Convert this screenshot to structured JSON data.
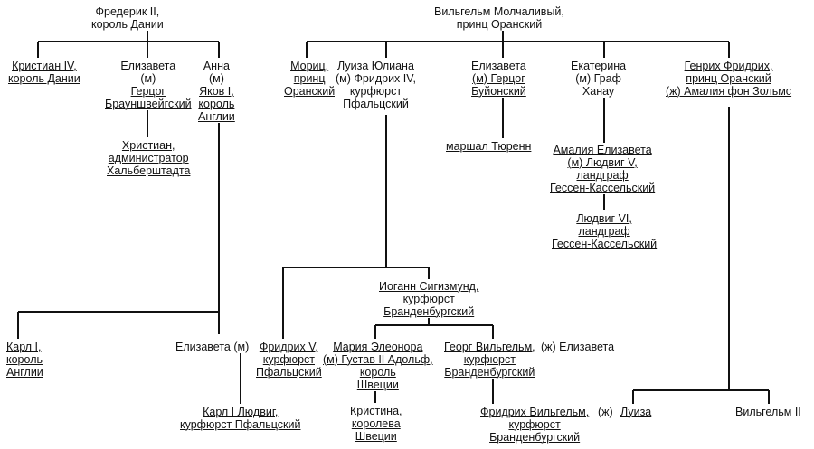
{
  "nodes": {
    "frederik": [
      "Фредерик II,",
      "король Дании"
    ],
    "wilhelm": [
      "Вильгельм Молчаливый,",
      "принц Оранский"
    ],
    "christian4": [
      "Кристиан IV,",
      "король Дании"
    ],
    "elizaveta_b": [
      "Елизавета",
      "(м)",
      "Герцог",
      "Брауншвейгский"
    ],
    "anna": [
      "Анна",
      "(м)",
      "Яков I,",
      "король",
      "Англии"
    ],
    "moric": [
      "Мориц,",
      "принц",
      "Оранский"
    ],
    "luiza_yuliana": [
      "Луиза Юлиана",
      "(м) Фридрих IV,",
      "курфюрст",
      "Пфальцский"
    ],
    "elizaveta_bu": [
      "Елизавета",
      "(м) Герцог",
      "Буйонский"
    ],
    "ekaterina": [
      "Екатерина",
      "(м) Граф",
      "Ханау"
    ],
    "genrih": [
      "Генрих Фридрих,",
      "принц Оранский",
      "(ж) Амалия фон Зольмс"
    ],
    "christian_admin": [
      "Христиан,",
      "администратор",
      "Хальберштадта"
    ],
    "turenne": [
      "маршал Тюренн"
    ],
    "amalia_el": [
      "Амалия Елизавета",
      "(м) Людвиг V,",
      "ландграф",
      "Гессен-Кассельский"
    ],
    "ludwig6": [
      "Людвиг VI,",
      "ландграф",
      "Гессен-Кассельский"
    ],
    "johann": [
      "Иоганн Сигизмунд,",
      "курфюрст",
      "Бранденбургский"
    ],
    "karl1": [
      "Карл I,",
      "король",
      "Англии"
    ],
    "elizaveta_m": [
      "Елизавета (м)"
    ],
    "friedrich5": [
      "Фридрих V,",
      "курфюрст",
      "Пфальцский"
    ],
    "maria_el": [
      "Мария Элеонора",
      "(м) Густав II Адольф,",
      "король",
      "Швеции"
    ],
    "georg": [
      "Георг Вильгельм,",
      "курфюрст",
      "Бранденбургский"
    ],
    "georg_wife": [
      "(ж) Елизавета"
    ],
    "karl_ludwig": [
      "Карл I Людвиг,",
      "курфюрст Пфальцский"
    ],
    "kristina": [
      "Кристина,",
      "королева",
      "Швеции"
    ],
    "friedrich_w": [
      "Фридрих Вильгельм,",
      "курфюрст",
      "Бранденбургский"
    ],
    "friedrich_w_wife": [
      "(ж)"
    ],
    "luiza": [
      "Луиза"
    ],
    "wilhelm2": [
      "Вильгельм II"
    ]
  }
}
